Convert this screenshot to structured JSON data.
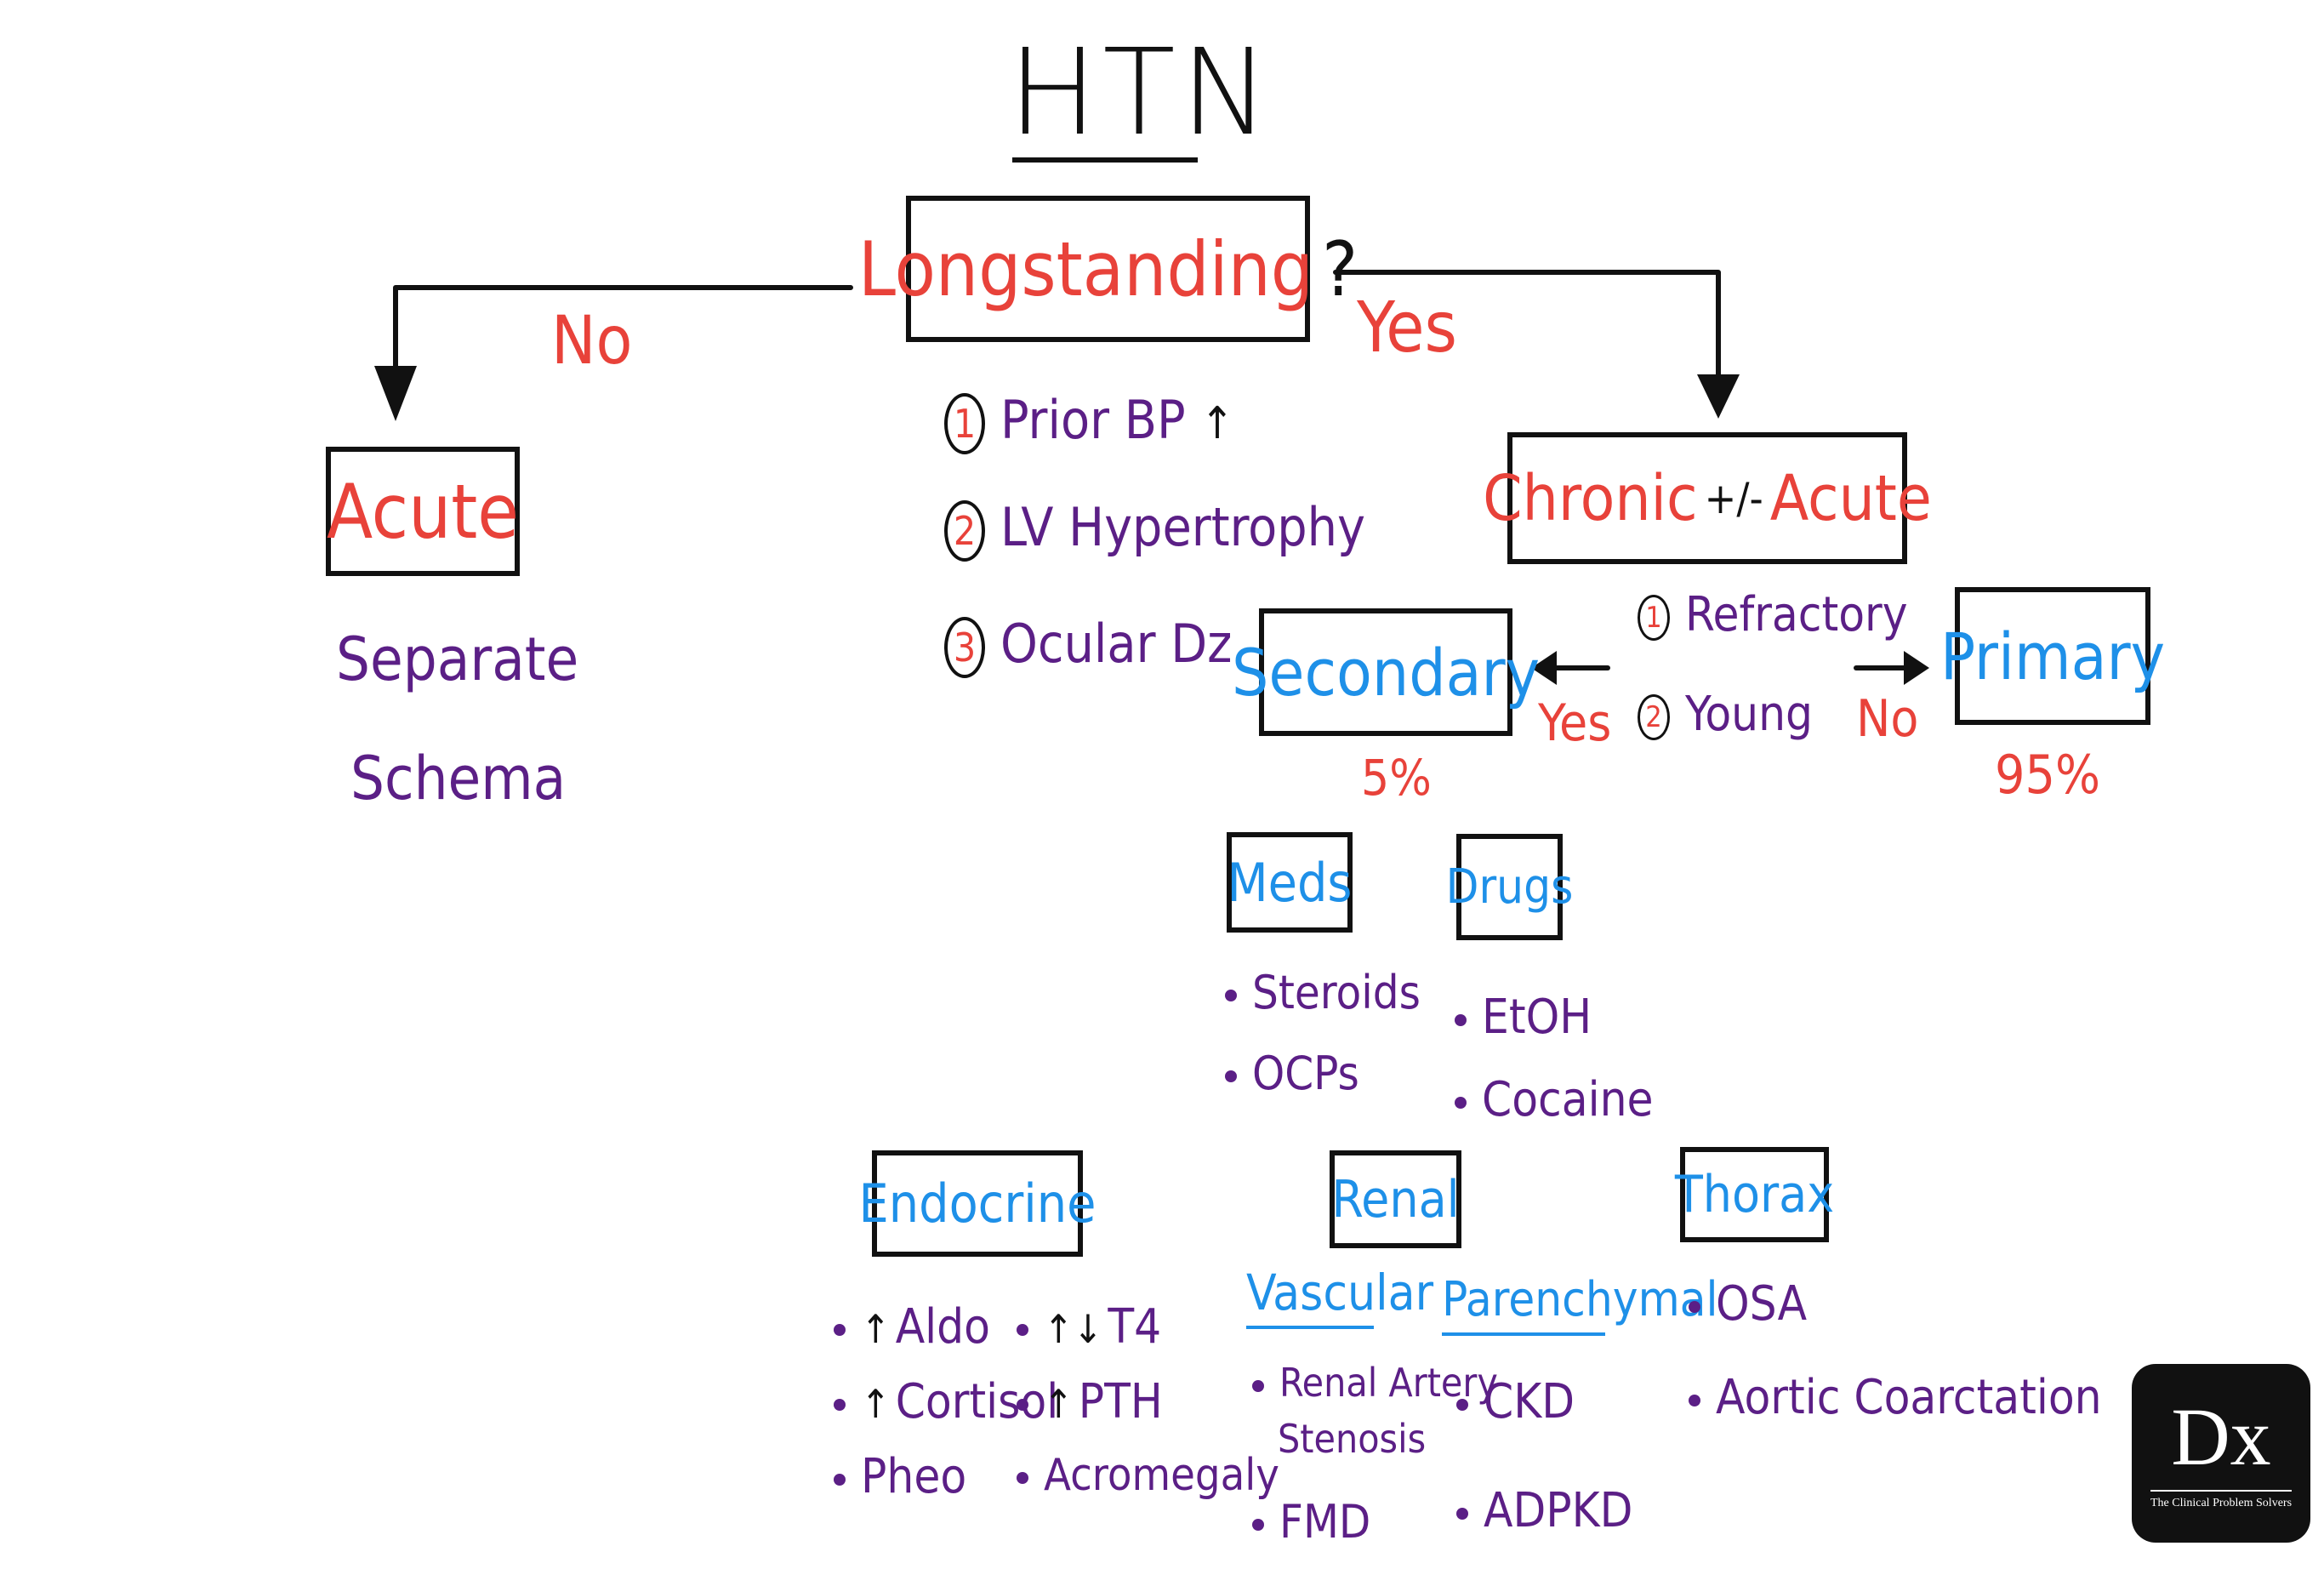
{
  "title": "HTN",
  "root": {
    "label": "Longstanding",
    "mark": "?"
  },
  "criteria": [
    {
      "num": "1",
      "text": "Prior BP",
      "arrow": "↑"
    },
    {
      "num": "2",
      "text": "LV Hypertrophy"
    },
    {
      "num": "3",
      "text": "Ocular Dz"
    }
  ],
  "edges": {
    "no": "No",
    "yes": "Yes",
    "sec_yes": "Yes",
    "prim_no": "No"
  },
  "acute": {
    "label": "Acute",
    "note_line1": "Separate",
    "note_line2": "Schema"
  },
  "chronic": {
    "label_a": "Chronic",
    "label_b": "+/-",
    "label_c": "Acute"
  },
  "questions": [
    {
      "num": "1",
      "text": "Refractory"
    },
    {
      "num": "2",
      "text": "Young"
    }
  ],
  "secondary": {
    "label": "Secondary",
    "pct": "5%"
  },
  "primary": {
    "label": "Primary",
    "pct": "95%"
  },
  "meds": {
    "label": "Meds",
    "items": [
      "Steroids",
      "OCPs"
    ]
  },
  "drugs": {
    "label": "Drugs",
    "items": [
      "EtOH",
      "Cocaine"
    ]
  },
  "endocrine": {
    "label": "Endocrine",
    "col1": [
      {
        "arrow": "↑",
        "text": "Aldo"
      },
      {
        "arrow": "↑",
        "text": "Cortisol"
      },
      {
        "arrow": "",
        "text": "Pheo"
      }
    ],
    "col2": [
      {
        "arrow": "↑↓",
        "text": "T4"
      },
      {
        "arrow": "↑",
        "text": "PTH"
      },
      {
        "arrow": "",
        "text": "Acromegaly"
      }
    ]
  },
  "renal": {
    "label": "Renal",
    "vascular": {
      "label": "Vascular",
      "item1_line1": "Renal Artery",
      "item1_line2": "Stenosis",
      "item2": "FMD"
    },
    "parenchymal": {
      "label": "Parenchymal",
      "items": [
        "CKD",
        "ADPKD"
      ]
    }
  },
  "thorax": {
    "label": "Thorax",
    "items": [
      "OSA",
      "Aortic Coarctation"
    ]
  },
  "logo": {
    "mark": "Dx",
    "subtitle": "The Clinical Problem Solvers"
  },
  "colors": {
    "red": "#e8423a",
    "blue": "#1e90e8",
    "purple": "#5b1f86",
    "black": "#111111"
  }
}
